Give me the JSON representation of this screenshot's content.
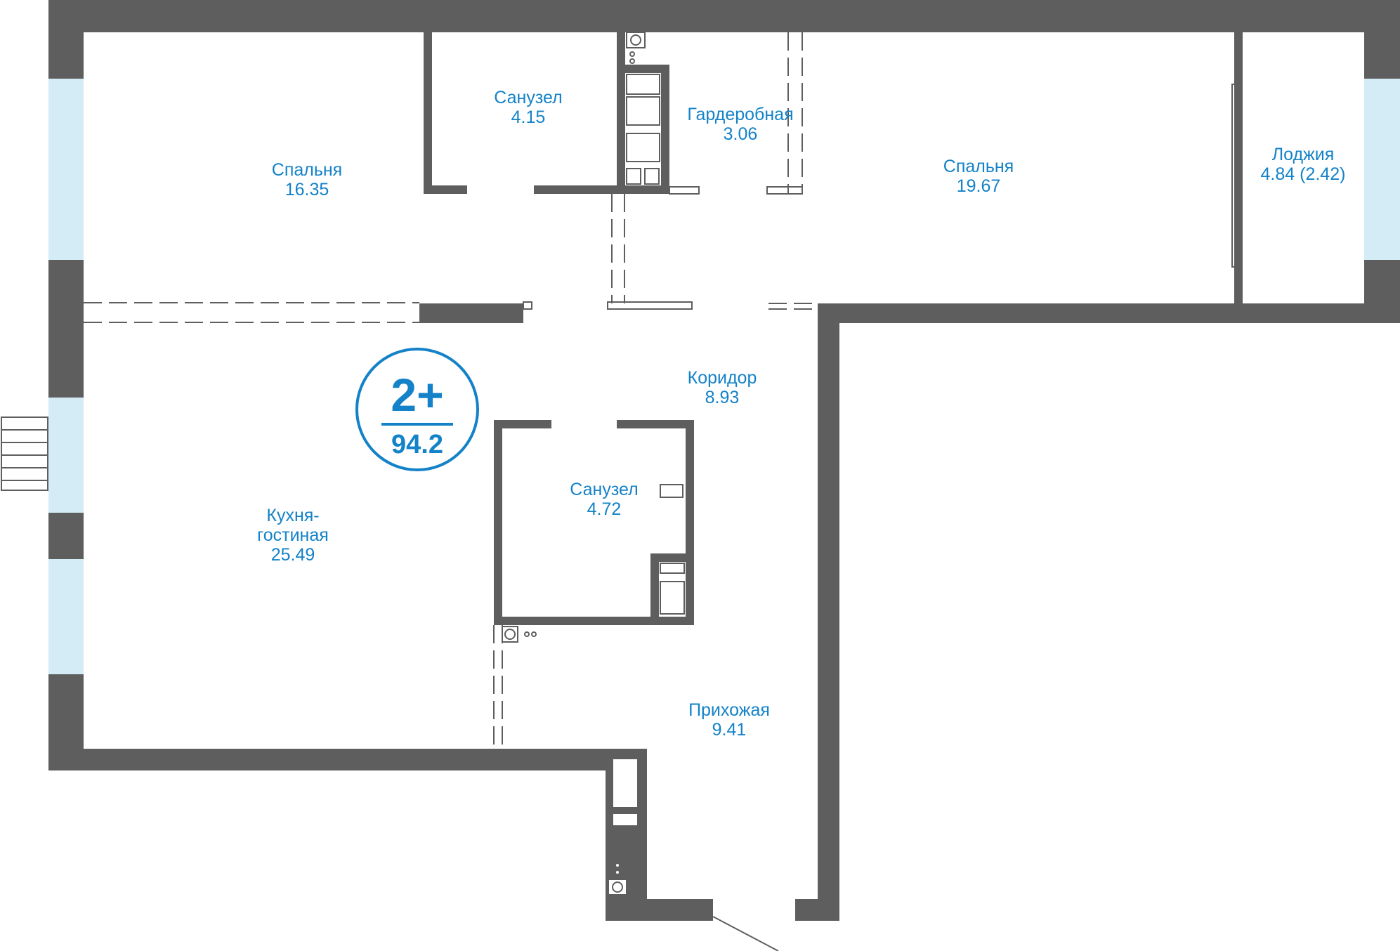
{
  "plan": {
    "badge": {
      "rooms": "2+",
      "total_area": "94.2"
    },
    "rooms": [
      {
        "id": "bedroom-1",
        "name": "Спальня",
        "area": "16.35"
      },
      {
        "id": "bathroom-1",
        "name": "Санузел",
        "area": "4.15"
      },
      {
        "id": "wardrobe",
        "name": "Гардеробная",
        "area": "3.06"
      },
      {
        "id": "bedroom-2",
        "name": "Спальня",
        "area": "19.67"
      },
      {
        "id": "loggia",
        "name": "Лоджия",
        "area": "4.84 (2.42)"
      },
      {
        "id": "corridor",
        "name": "Коридор",
        "area": "8.93"
      },
      {
        "id": "bathroom-2",
        "name": "Санузел",
        "area": "4.72"
      },
      {
        "id": "kitchen-living",
        "name_line1": "Кухня-",
        "name_line2": "гостиная",
        "area": "25.49"
      },
      {
        "id": "hallway",
        "name": "Прихожая",
        "area": "9.41"
      }
    ],
    "colors": {
      "wall": "#5e5e5e",
      "window": "#d4ecf6",
      "label": "#1482c8"
    }
  }
}
